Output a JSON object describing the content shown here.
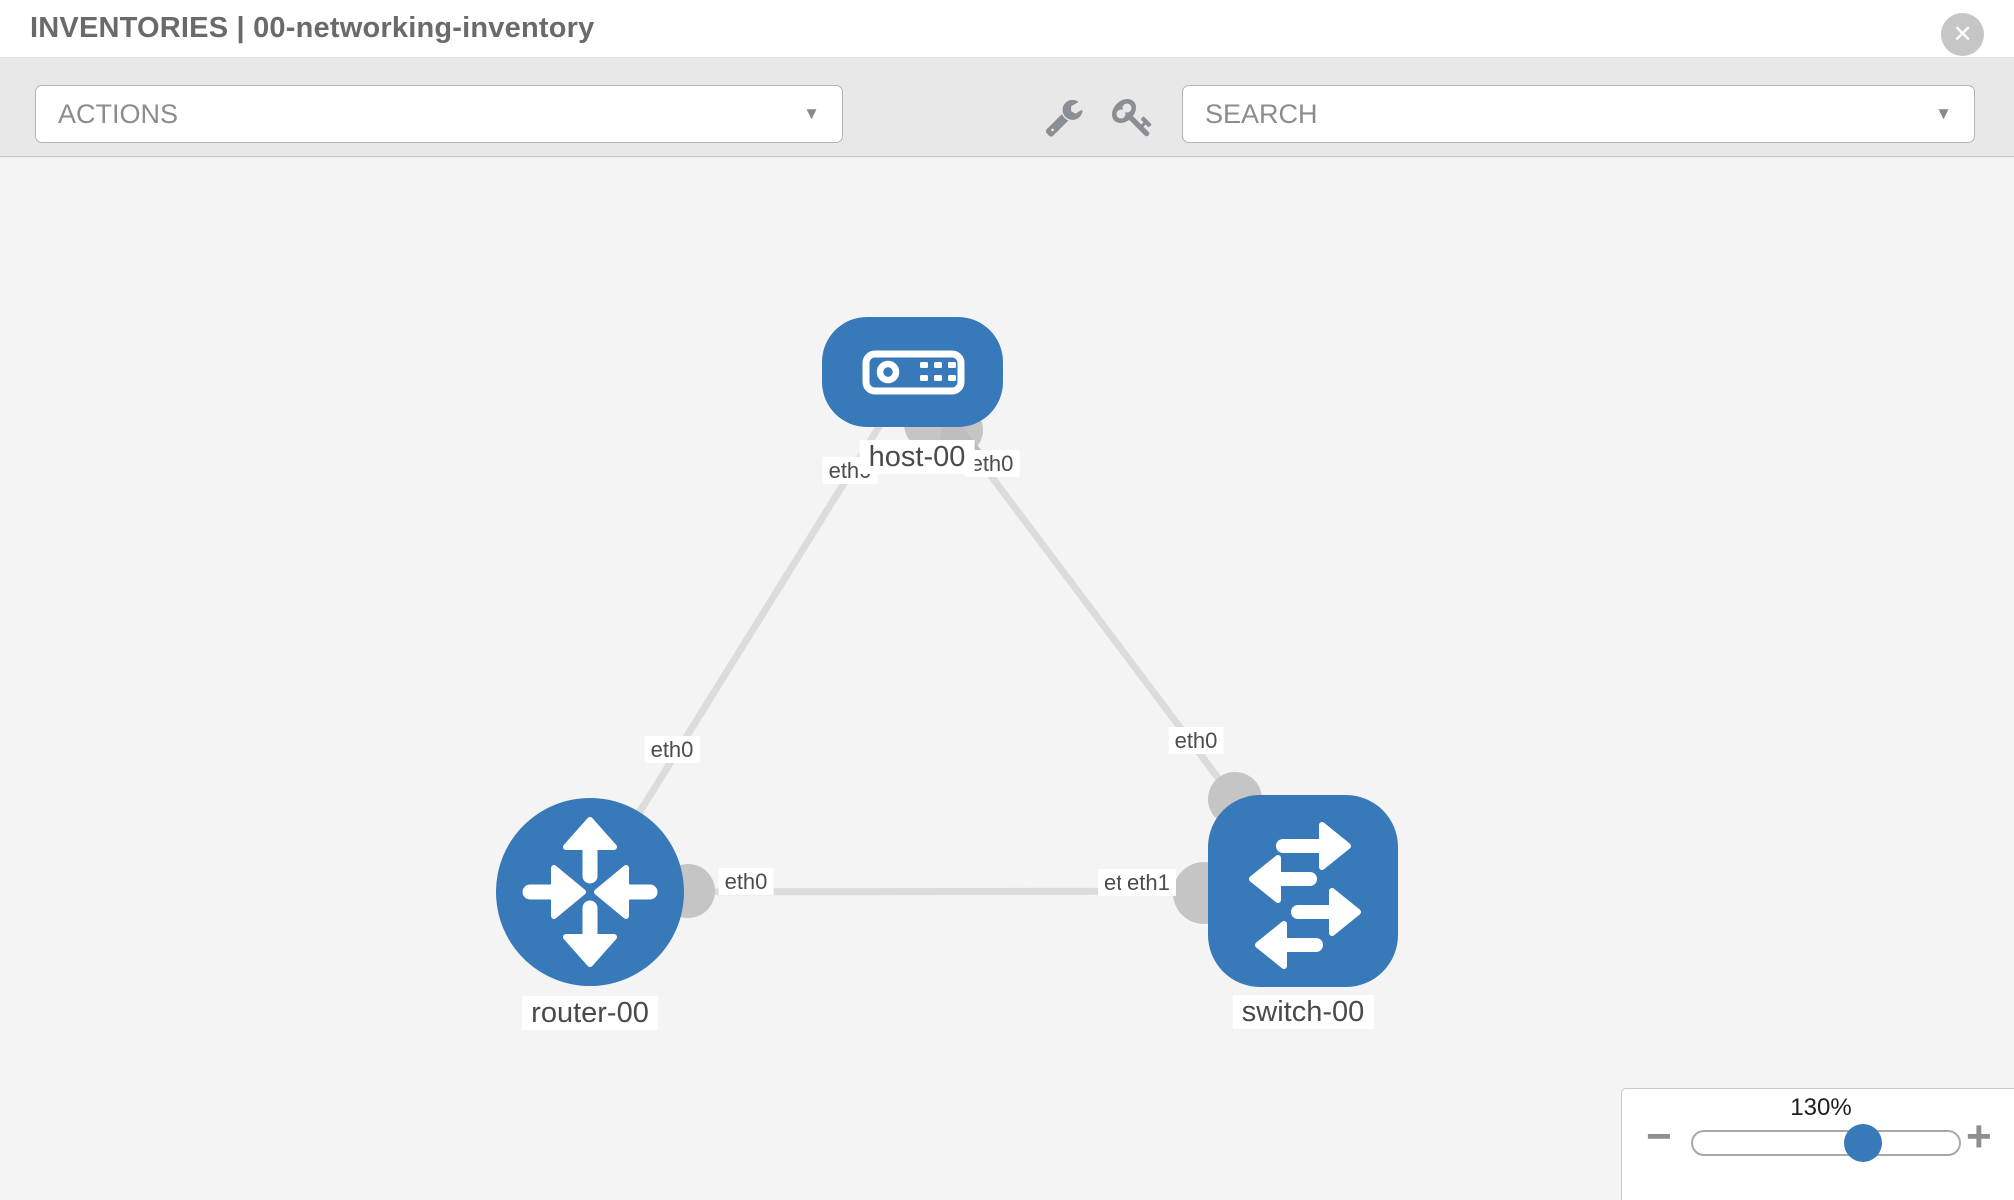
{
  "header": {
    "title": "INVENTORIES | 00-networking-inventory"
  },
  "toolbar": {
    "actions_label": "ACTIONS",
    "search_placeholder": "SEARCH"
  },
  "icons": {
    "close": "✕",
    "caret": "▼",
    "minus": "−",
    "plus": "+",
    "wrench": "wrench-icon",
    "key": "key-icon"
  },
  "graph": {
    "nodes": [
      {
        "id": "host-00",
        "type": "host",
        "label": "host-00"
      },
      {
        "id": "router-00",
        "type": "router",
        "label": "router-00"
      },
      {
        "id": "switch-00",
        "type": "switch",
        "label": "switch-00"
      }
    ],
    "links": [
      {
        "source": "host-00",
        "target": "router-00",
        "source_interface": "eth0",
        "target_interface": "eth0"
      },
      {
        "source": "host-00",
        "target": "switch-00",
        "source_interface": "eth0",
        "target_interface": "eth0"
      },
      {
        "source": "router-00",
        "target": "switch-00",
        "source_interface": "eth0",
        "target_interface": "eth1",
        "overlapped_label": "eth1"
      }
    ]
  },
  "zoom_control": {
    "level": "130%"
  },
  "colors": {
    "node_blue": "#3879b9",
    "link_gray": "#dcdcdc",
    "connector_gray": "#c5c5c5",
    "canvas_bg": "#f4f4f4",
    "toolbar_bg": "#e8e8e8",
    "header_bg": "#ffffff"
  }
}
